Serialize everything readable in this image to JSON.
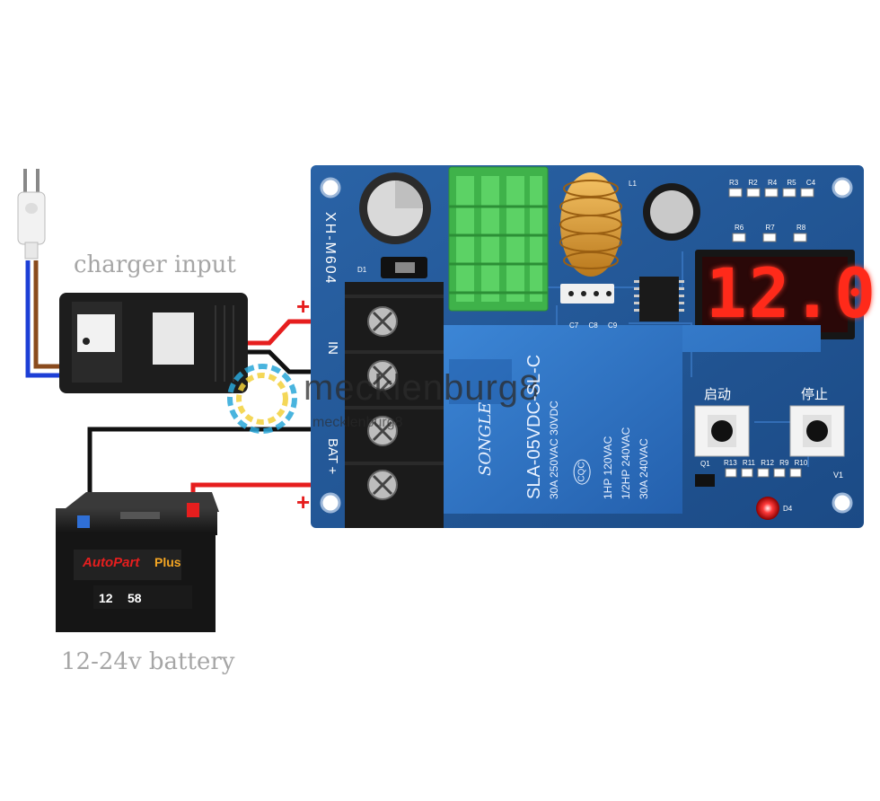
{
  "labels": {
    "charger_input": "charger input",
    "battery_caption": "12-24v battery",
    "watermark": "mecklenburg8"
  },
  "board": {
    "model": "XH-M604",
    "display_value": "12.0",
    "button_start": "启动",
    "button_stop": "停止",
    "terminal_in": "IN",
    "terminal_bat": "BAT",
    "plus_sign": "+",
    "minus_sign": "-",
    "relay_brand": "SONGLE",
    "relay_model": "SLA-05VDC-SL-C",
    "relay_rating_1": "30A 250VAC 30VDC",
    "relay_rating_2": "1HP 120VAC",
    "relay_rating_3": "1/2HP 240VAC",
    "relay_rating_4": "30A 240VAC",
    "relay_logo": "CQC",
    "led_label": "D4",
    "v1_label": "V1",
    "q1_label": "Q1",
    "resistor_labels": [
      "R3",
      "R2",
      "R4",
      "R5",
      "C4"
    ],
    "resistor_labels_2": [
      "R6",
      "R7",
      "R8"
    ],
    "cap_labels": [
      "C7",
      "C8",
      "C9"
    ],
    "resistor_labels_3": [
      "R13",
      "R11",
      "R12",
      "R9",
      "R10"
    ],
    "d1_label": "D1",
    "l1_label": "L1"
  },
  "battery": {
    "brand": "AutoPart",
    "plus_badge": "Plus",
    "voltage": "12",
    "capacity": "58"
  },
  "colors": {
    "board_blue": "#1e4f8c",
    "relay_blue": "#2b6fbf",
    "display_red": "#ff2a1a",
    "wire_red": "#e61e1e",
    "wire_black": "#111111",
    "heatsink_green": "#3fb24a",
    "caption_gray": "#a6a6a6"
  }
}
